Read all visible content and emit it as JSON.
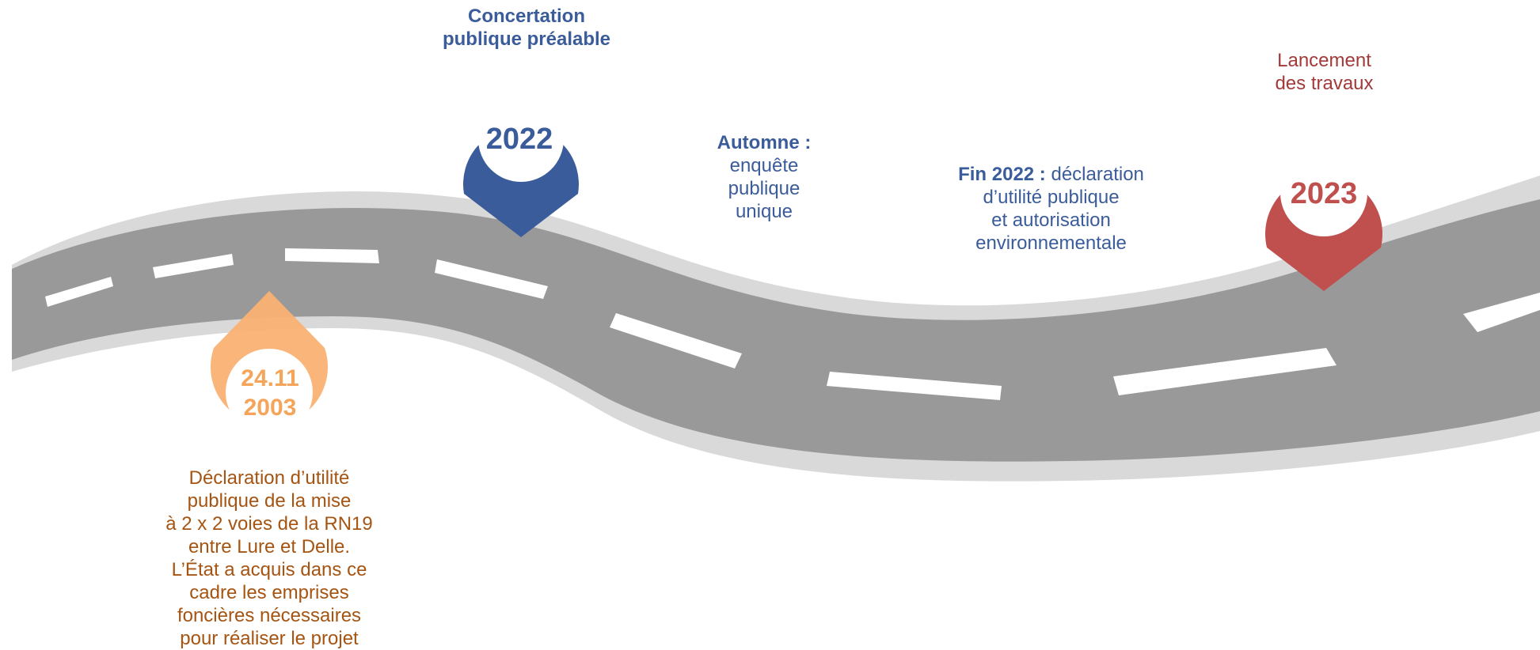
{
  "colors": {
    "road": "#999999",
    "road_edge": "#d9d9d9",
    "lane_marking": "#ffffff",
    "blue": "#3B5C9B",
    "red": "#C0504D",
    "orange": "#F9B173",
    "orange_text": "#F5A55A",
    "orange_desc": "#A55412",
    "red_text": "#A33A3A"
  },
  "milestones": {
    "m2003": {
      "date_line1": "24.11",
      "date_line2": "2003",
      "desc_lines": [
        "Déclaration d’utilité",
        "publique de la mise",
        "à 2 x 2 voies de la RN19",
        "entre Lure et Delle.",
        "L’État a acquis dans ce",
        "cadre les emprises",
        "foncières nécessaires",
        "pour réaliser le projet"
      ]
    },
    "m2022": {
      "year": "2022",
      "title_line1": "Concertation",
      "title_line2": "publique préalable"
    },
    "autumn": {
      "label": "Automne :",
      "lines": [
        "enquête",
        "publique",
        "unique"
      ]
    },
    "end2022": {
      "label": "Fin 2022 :",
      "line1_rest": " déclaration",
      "lines": [
        "d’utilité publique",
        "et autorisation",
        "environnementale"
      ]
    },
    "m2023": {
      "year": "2023",
      "title_line1": "Lancement",
      "title_line2": "des travaux"
    }
  }
}
